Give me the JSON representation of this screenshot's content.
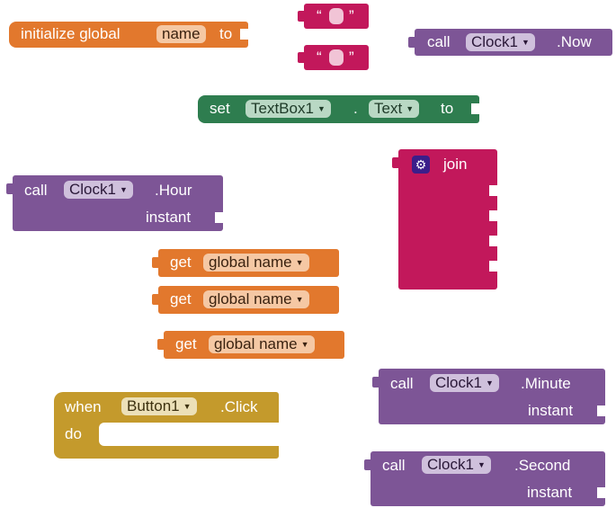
{
  "init_global": {
    "initialize": "initialize global",
    "name": "name",
    "to": "to"
  },
  "text_blocks": [
    {
      "open": "“",
      "content": "",
      "close": "”"
    },
    {
      "open": "“",
      "content": "",
      "close": "”"
    }
  ],
  "call_now": {
    "call": "call",
    "component": "Clock1",
    "method": ".Now"
  },
  "set_text": {
    "set": "set",
    "component": "TextBox1",
    "dot": ".",
    "property": "Text",
    "to": "to"
  },
  "join": {
    "label": "join",
    "gear_icon": "gear-icon"
  },
  "call_hour": {
    "call": "call",
    "component": "Clock1",
    "method": ".Hour",
    "param": "instant"
  },
  "get_globals": [
    {
      "get": "get",
      "var": "global name"
    },
    {
      "get": "get",
      "var": "global name"
    },
    {
      "get": "get",
      "var": "global name"
    }
  ],
  "call_minute": {
    "call": "call",
    "component": "Clock1",
    "method": ".Minute",
    "param": "instant"
  },
  "when_click": {
    "when": "when",
    "component": "Button1",
    "event": ".Click",
    "do": "do"
  },
  "call_second": {
    "call": "call",
    "component": "Clock1",
    "method": ".Second",
    "param": "instant"
  },
  "colors": {
    "variables": "#e2782d",
    "component_method": "#7d5596",
    "text": "#c2185b",
    "setter": "#2e7d4f",
    "event": "#c49a2c"
  }
}
